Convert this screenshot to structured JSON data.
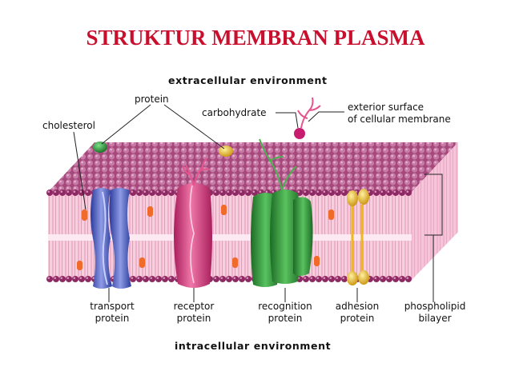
{
  "title": "STRUKTUR MEMBRAN PLASMA",
  "colors": {
    "title": "#c8102e",
    "membrane_top": "#9b3c73",
    "membrane_body": "#f7c6da",
    "heads": "#8e2a63",
    "transport": "#4e5fc0",
    "receptor": "#d43b7d",
    "recognition": "#2f9a3c",
    "adhesion": "#e8b51b",
    "cholesterol": "#f06a2a"
  },
  "labels": {
    "extracellular": "extracellular environment",
    "intracellular": "intracellular environment",
    "protein": "protein",
    "cholesterol": "cholesterol",
    "carbohydrate": "carbohydrate",
    "exterior_surface": "exterior surface\nof cellular membrane",
    "transport_protein": "transport\nprotein",
    "receptor_protein": "receptor\nprotein",
    "recognition_protein": "recognition\nprotein",
    "adhesion_protein": "adhesion\nprotein",
    "phospholipid_bilayer": "phospholipid\nbilayer"
  }
}
